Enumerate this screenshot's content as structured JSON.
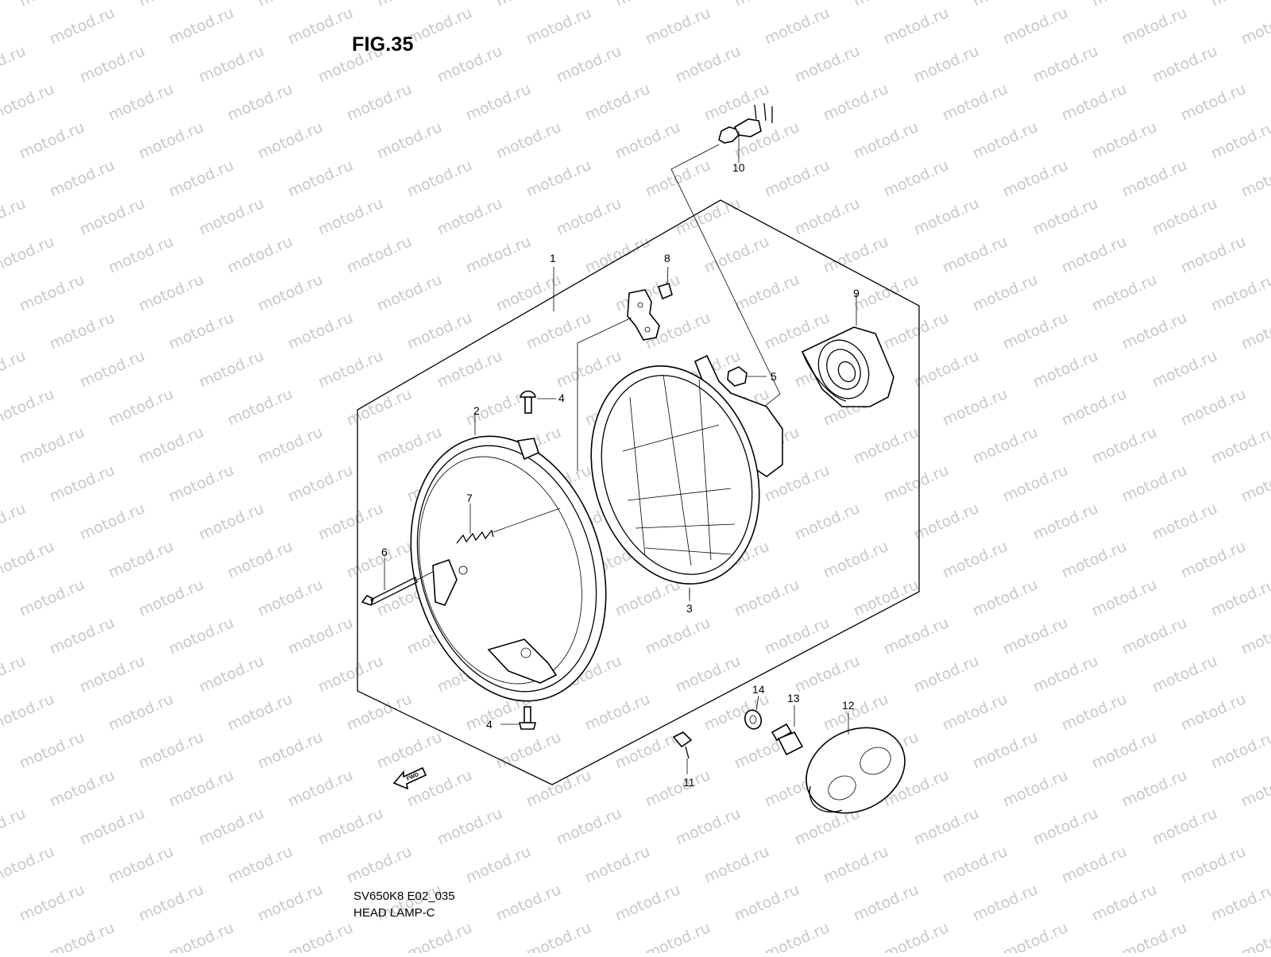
{
  "figure": {
    "title": "FIG.35",
    "code": "SV650K8 E02_035",
    "name": "HEAD LAMP-C"
  },
  "watermark": "motod.ru",
  "fwd_label": "FWD",
  "callouts": [
    {
      "id": "1",
      "label": "1"
    },
    {
      "id": "2",
      "label": "2"
    },
    {
      "id": "3",
      "label": "3"
    },
    {
      "id": "4a",
      "label": "4"
    },
    {
      "id": "4b",
      "label": "4"
    },
    {
      "id": "5",
      "label": "5"
    },
    {
      "id": "6",
      "label": "6"
    },
    {
      "id": "7",
      "label": "7"
    },
    {
      "id": "8",
      "label": "8"
    },
    {
      "id": "9",
      "label": "9"
    },
    {
      "id": "10",
      "label": "10"
    },
    {
      "id": "11",
      "label": "11"
    },
    {
      "id": "12",
      "label": "12"
    },
    {
      "id": "13",
      "label": "13"
    },
    {
      "id": "14",
      "label": "14"
    }
  ],
  "colors": {
    "ink": "#000000",
    "watermark": "#c8c8c8",
    "background": "#ffffff"
  }
}
